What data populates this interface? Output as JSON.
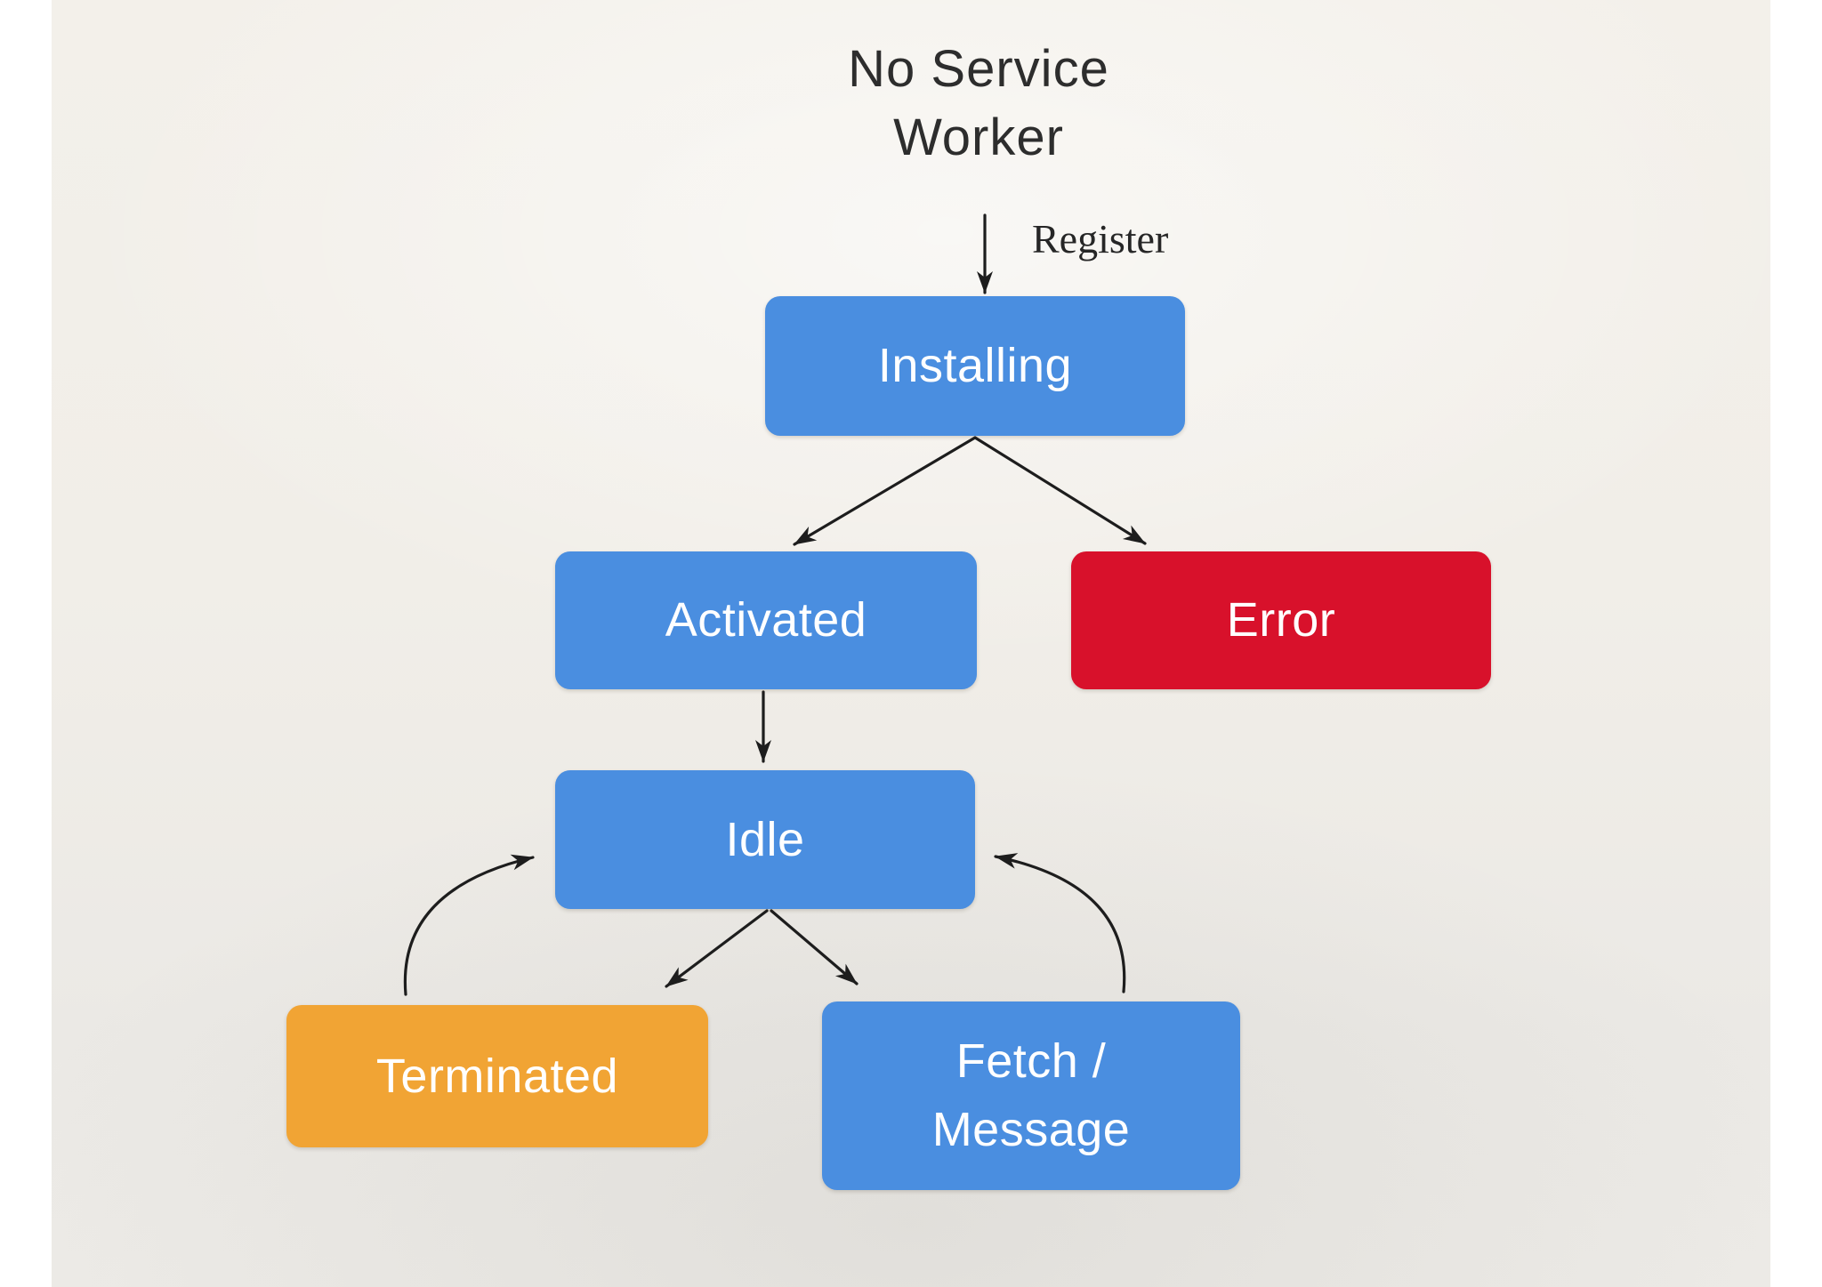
{
  "diagram": {
    "title": "No Service Worker",
    "title_lines": [
      "No Service",
      "Worker"
    ],
    "nodes": [
      {
        "id": "installing",
        "label": "Installing",
        "lines": [
          "Installing"
        ],
        "color": "#4a8ee0",
        "text_color": "#ffffff"
      },
      {
        "id": "activated",
        "label": "Activated",
        "lines": [
          "Activated"
        ],
        "color": "#4a8ee0",
        "text_color": "#ffffff"
      },
      {
        "id": "error",
        "label": "Error",
        "lines": [
          "Error"
        ],
        "color": "#d8112b",
        "text_color": "#ffffff"
      },
      {
        "id": "idle",
        "label": "Idle",
        "lines": [
          "Idle"
        ],
        "color": "#4a8ee0",
        "text_color": "#ffffff"
      },
      {
        "id": "terminated",
        "label": "Terminated",
        "lines": [
          "Terminated"
        ],
        "color": "#f1a434",
        "text_color": "#ffffff"
      },
      {
        "id": "fetch-message",
        "label": "Fetch / Message",
        "lines": [
          "Fetch /",
          "Message"
        ],
        "color": "#4a8ee0",
        "text_color": "#ffffff"
      }
    ],
    "edges": [
      {
        "from": "no-service-worker",
        "to": "installing",
        "label": "Register",
        "style": "straight"
      },
      {
        "from": "installing",
        "to": "activated",
        "style": "straight"
      },
      {
        "from": "installing",
        "to": "error",
        "style": "straight"
      },
      {
        "from": "activated",
        "to": "idle",
        "style": "straight"
      },
      {
        "from": "idle",
        "to": "terminated",
        "style": "straight"
      },
      {
        "from": "idle",
        "to": "fetch-message",
        "style": "straight"
      },
      {
        "from": "terminated",
        "to": "idle",
        "style": "curved"
      },
      {
        "from": "fetch-message",
        "to": "idle",
        "style": "curved"
      }
    ]
  },
  "colors": {
    "page_margin": "#ffffff",
    "slide_background": "#f1eee8",
    "arrow_ink": "#1d1d1d",
    "title_text": "#2d2d2d",
    "state_blue": "#4a8ee0",
    "state_red": "#d8112b",
    "state_orange": "#f1a434",
    "node_text": "#ffffff"
  }
}
